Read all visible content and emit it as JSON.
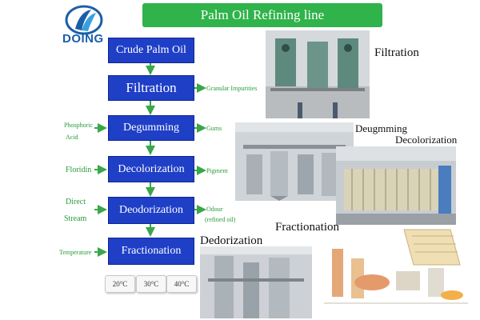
{
  "logo": {
    "text": "DOING",
    "color": "#1a5ea8"
  },
  "title": "Palm Oil Refining line",
  "colors": {
    "banner": "#2fb34a",
    "step": "#1f3fc7",
    "arrow": "#3aa64a",
    "side_text": "#2a9c3a"
  },
  "steps": [
    {
      "label": "Crude Palm Oil"
    },
    {
      "label": "Filtration"
    },
    {
      "label": "Degumming"
    },
    {
      "label": "Decolorization"
    },
    {
      "label": "Deodorization"
    },
    {
      "label": "Fractionation"
    }
  ],
  "inputs": {
    "degumming": [
      "Phosphoric",
      "Acid"
    ],
    "decolorization": "Floridin",
    "deodorization": [
      "Direct",
      "Stream"
    ],
    "fractionation": "Temperature"
  },
  "outputs": {
    "filtration": "Granular Impurities",
    "degumming": "Gums",
    "decolorization": "Pigment",
    "deodorization": [
      "Odour",
      "(refined oil)"
    ]
  },
  "temperatures": [
    "20°C",
    "30°C",
    "40°C"
  ],
  "photo_captions": {
    "filtration": "Filtration",
    "degumming": "Deugmming",
    "decolorization": "Decolorization",
    "fractionation": "Fractionation",
    "deodorization": "Dedorization"
  }
}
